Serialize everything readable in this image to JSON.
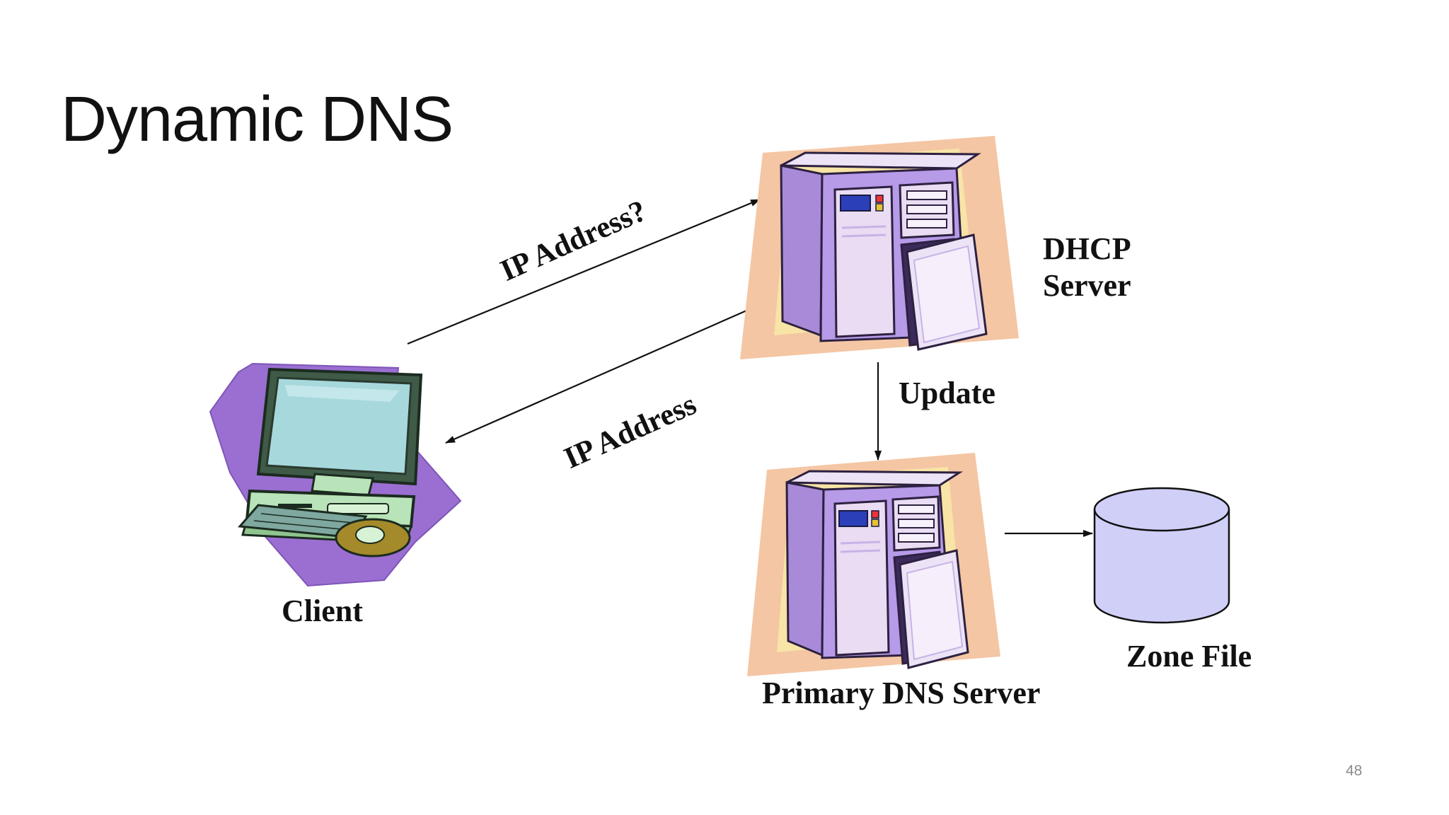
{
  "slide": {
    "title": "Dynamic DNS",
    "page_number": "48"
  },
  "nodes": {
    "client": {
      "label": "Client"
    },
    "dhcp_server": {
      "label_line1": "DHCP",
      "label_line2": "Server"
    },
    "primary_dns_server": {
      "label": "Primary DNS Server"
    },
    "zone_file": {
      "label": "Zone File"
    }
  },
  "edges": {
    "request": {
      "label": "IP Address?"
    },
    "response": {
      "label": "IP Address"
    },
    "update": {
      "label": "Update"
    }
  },
  "icons": {
    "client": "desktop-computer-icon",
    "dhcp_server": "server-tower-icon",
    "primary_dns_server": "server-tower-icon",
    "zone_file": "database-cylinder-icon"
  },
  "colors": {
    "server_purple": "#b79ae8",
    "server_face": "#e9dcf3",
    "server_backdrop_orange": "#f4c6a4",
    "server_backdrop_yellow": "#f7e6a6",
    "client_backdrop": "#9a6fd1",
    "monitor_screen": "#9fd3d6",
    "computer_body": "#b9e3b8",
    "cylinder_fill": "#cfcff8"
  }
}
